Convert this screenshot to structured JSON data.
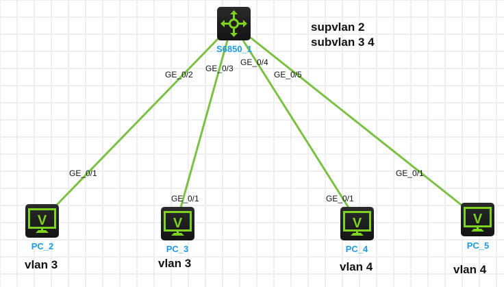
{
  "topology": {
    "link_color": "#7ac143",
    "device_label_color": "#1e9be0",
    "icon_color": "#7ed321",
    "switch": {
      "name": "S6850_1",
      "icon": "router-switch-arrows-icon",
      "notes": [
        "supvlan 2",
        "subvlan 3 4"
      ]
    },
    "pcs": [
      {
        "name": "PC_2",
        "icon": "pc-monitor-icon",
        "vlan_note": "vlan 3",
        "switch_port": "GE_0/2",
        "pc_port": "GE_0/1"
      },
      {
        "name": "PC_3",
        "icon": "pc-monitor-icon",
        "vlan_note": "vlan 3",
        "switch_port": "GE_0/3",
        "pc_port": "GE_0/1"
      },
      {
        "name": "PC_4",
        "icon": "pc-monitor-icon",
        "vlan_note": "vlan 4",
        "switch_port": "GE_0/4",
        "pc_port": "GE_0/1"
      },
      {
        "name": "PC_5",
        "icon": "pc-monitor-icon",
        "vlan_note": "vlan 4",
        "switch_port": "GE_0/5",
        "pc_port": "GE_0/1"
      }
    ]
  }
}
